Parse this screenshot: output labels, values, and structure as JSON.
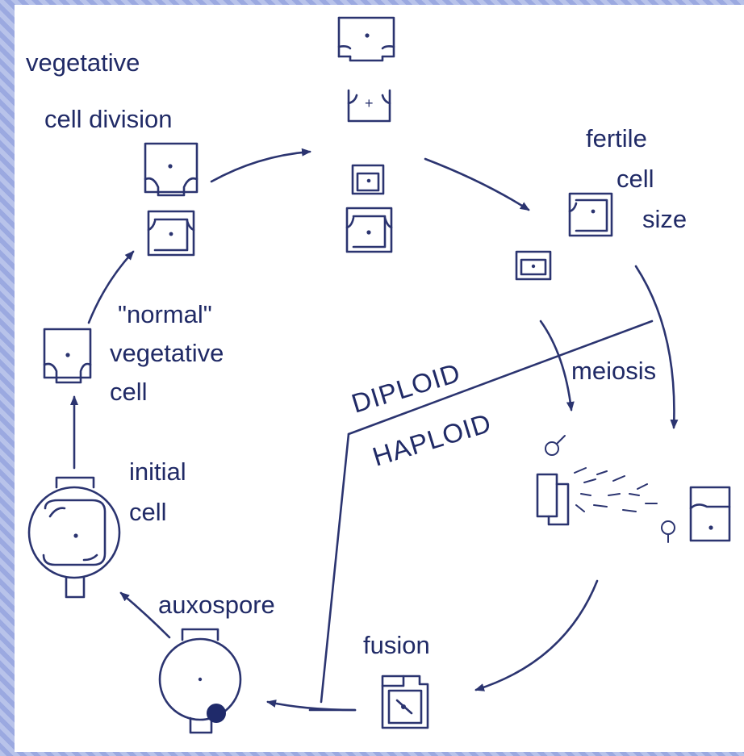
{
  "diagram": {
    "labels": {
      "vegetative": "vegetative",
      "cell_division": "cell division",
      "fertile": "fertile",
      "cell": "cell",
      "size": "size",
      "normal": "\"normal\"",
      "vegetative2": "vegetative",
      "cell2": "cell",
      "meiosis": "meiosis",
      "diploid": "DIPLOID",
      "haploid": "HAPLOID",
      "initial": "initial",
      "cell3": "cell",
      "auxospore": "auxospore",
      "fusion": "fusion"
    },
    "colors": {
      "ink": "#2b3470",
      "text": "#202a66",
      "background_edge": "#a9b6e6",
      "panel": "#ffffff"
    }
  }
}
